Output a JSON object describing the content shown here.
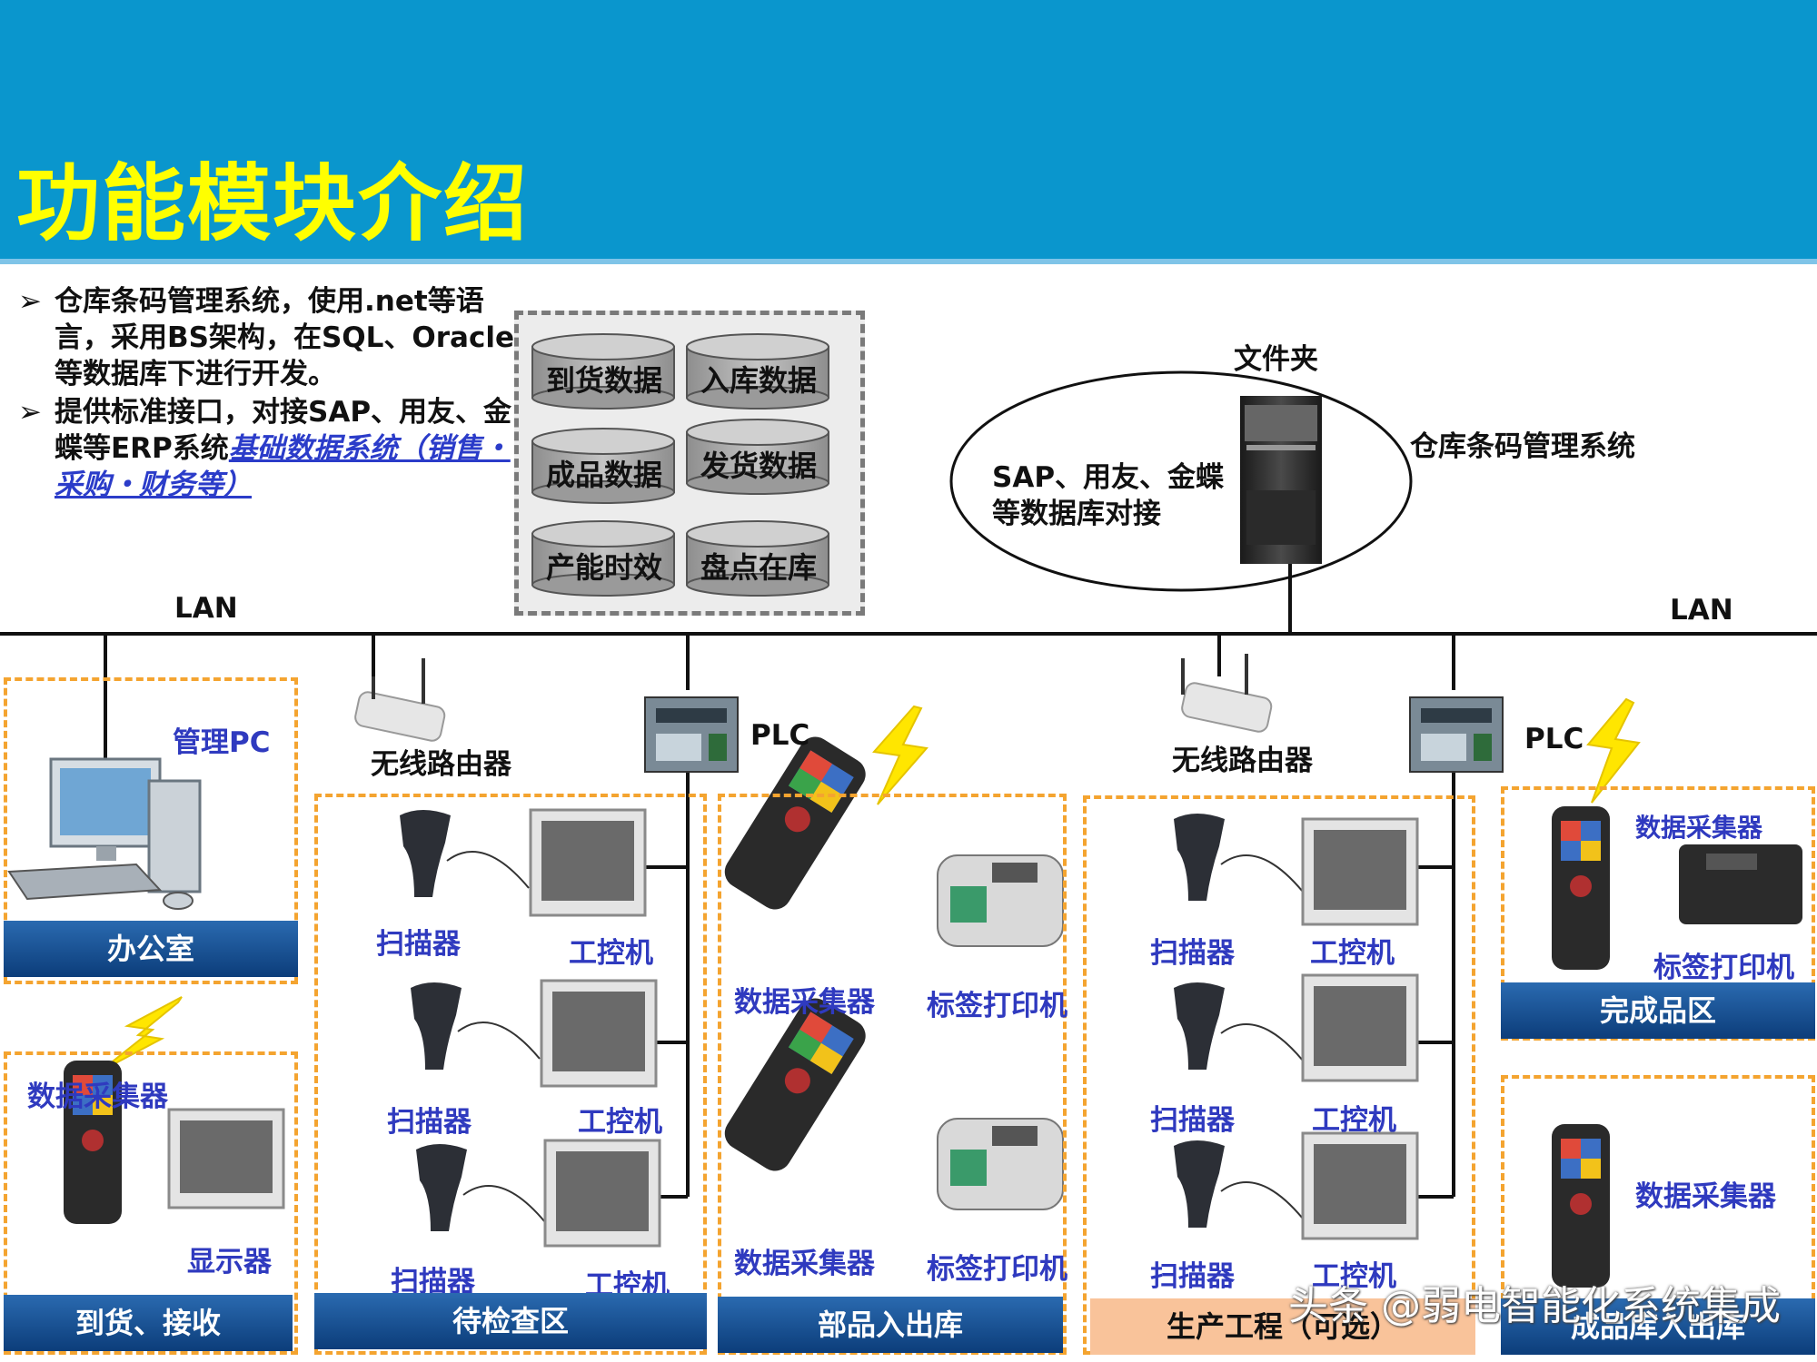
{
  "title": "功能模块介绍",
  "bullets": [
    {
      "text": "仓库条码管理系统，使用.net等语言，采用BS架构，在SQL、Oracle等数据库下进行开发。",
      "link": ""
    },
    {
      "text": "提供标准接口，对接SAP、用友、金蝶等ERP系统",
      "link": "基础数据系统（销售・采购・财务等）"
    }
  ],
  "databases": [
    "到货数据",
    "入库数据",
    "成品数据",
    "发货数据",
    "产能时效",
    "盘点在库"
  ],
  "lan_label": "LAN",
  "server": {
    "folder_label": "文件夹",
    "erp_text_1": "SAP、用友、金蝶",
    "erp_text_2": "等数据库对接",
    "system_label": "仓库条码管理系统"
  },
  "devices": {
    "router": "无线路由器",
    "plc": "PLC",
    "pc": "管理PC",
    "scanner": "扫描器",
    "ipc": "工控机",
    "handheld": "数据采集器",
    "printer": "标签打印机",
    "monitor": "显示器"
  },
  "zones": {
    "office": "办公室",
    "receiving": "到货、接收",
    "inspection": "待检查区",
    "parts": "部品入出库",
    "production": "生产工程（可选）",
    "finished": "完成品区",
    "finished_store": "成品库入出库"
  },
  "watermark": "头条 @弱电智能化系统集成"
}
